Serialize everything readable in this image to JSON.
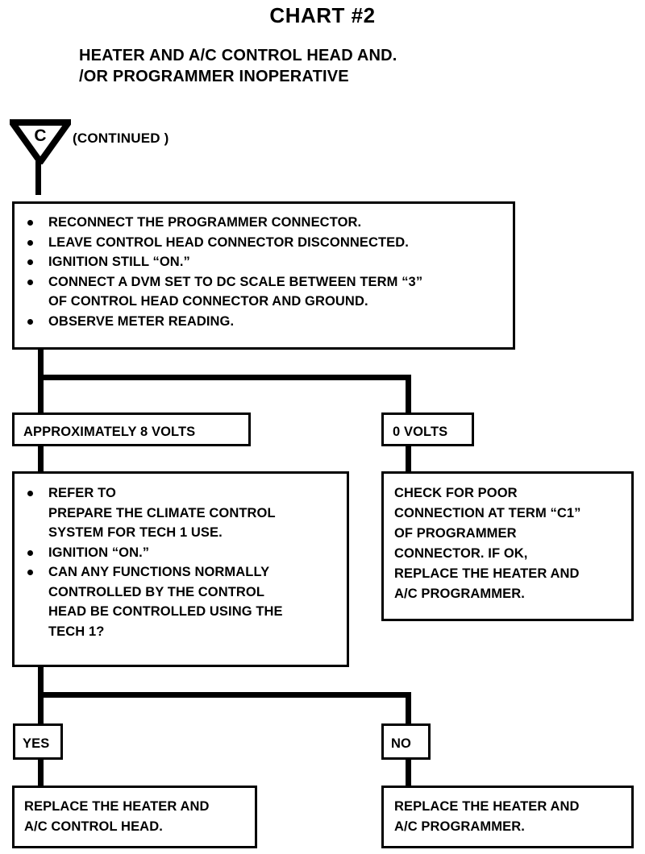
{
  "chart": {
    "title": "CHART #2",
    "subtitle_line_1": "HEATER AND A/C CONTROL HEAD AND.",
    "subtitle_line_2": "/OR PROGRAMMER INOPERATIVE",
    "continued_label": "(CONTINUED )",
    "connector_letter": "C"
  },
  "instructions": {
    "items": [
      "RECONNECT THE PROGRAMMER CONNECTOR.",
      "LEAVE CONTROL HEAD CONNECTOR DISCONNECTED.",
      "IGNITION STILL “ON.”",
      "CONNECT A DVM SET TO DC SCALE BETWEEN TERM “3”",
      "OBSERVE METER READING."
    ],
    "item_4_continuation": "OF CONTROL HEAD CONNECTOR AND GROUND."
  },
  "branch_voltage": {
    "left_label": "APPROXIMATELY 8 VOLTS",
    "right_label": "0 VOLTS"
  },
  "tech1_box": {
    "items": [
      "REFER TO",
      "IGNITION “ON.”",
      "CAN ANY FUNCTIONS NORMALLY"
    ],
    "item_1_continuation_1": "PREPARE THE CLIMATE CONTROL",
    "item_1_continuation_2": "SYSTEM FOR TECH 1 USE.",
    "item_3_continuation_1": "CONTROLLED BY THE CONTROL",
    "item_3_continuation_2": "HEAD BE CONTROLLED USING THE",
    "item_3_continuation_3": "TECH 1?"
  },
  "check_poor_box": {
    "lines": [
      "CHECK FOR POOR",
      "CONNECTION AT TERM “C1”",
      "OF PROGRAMMER",
      "CONNECTOR.  IF OK,",
      "REPLACE THE HEATER AND",
      "A/C PROGRAMMER."
    ]
  },
  "branch_answer": {
    "left_label": "YES",
    "right_label": "NO"
  },
  "result_left": {
    "lines": [
      "REPLACE THE HEATER AND",
      "A/C CONTROL HEAD."
    ]
  },
  "result_right": {
    "lines": [
      "REPLACE THE HEATER AND",
      "A/C PROGRAMMER."
    ]
  },
  "colors": {
    "ink": "#000000",
    "paper": "#ffffff"
  }
}
